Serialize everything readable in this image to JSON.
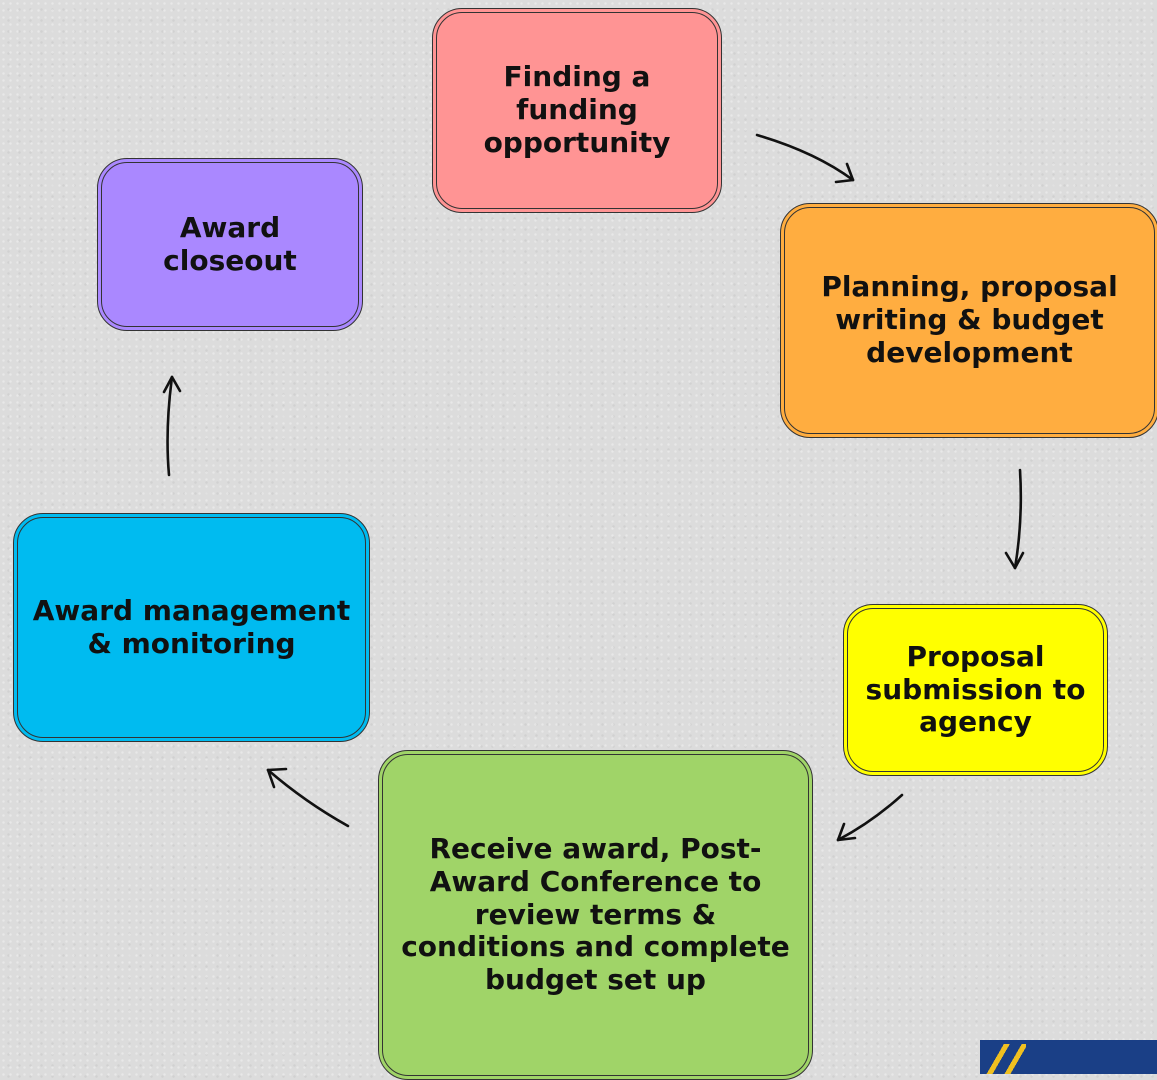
{
  "steps": {
    "finding": "Finding a funding opportunity",
    "planning": "Planning, proposal writing & budget development",
    "submission": "Proposal submission to agency",
    "receive": "Receive award, Post-Award Conference to review terms & conditions and complete budget set up",
    "management": "Award management & monitoring",
    "closeout": "Award closeout"
  },
  "colors": {
    "finding": "#ff9494",
    "planning": "#ffad40",
    "submission": "#ffff00",
    "receive": "#a0d468",
    "management": "#00bbf0",
    "closeout": "#aa88ff"
  }
}
